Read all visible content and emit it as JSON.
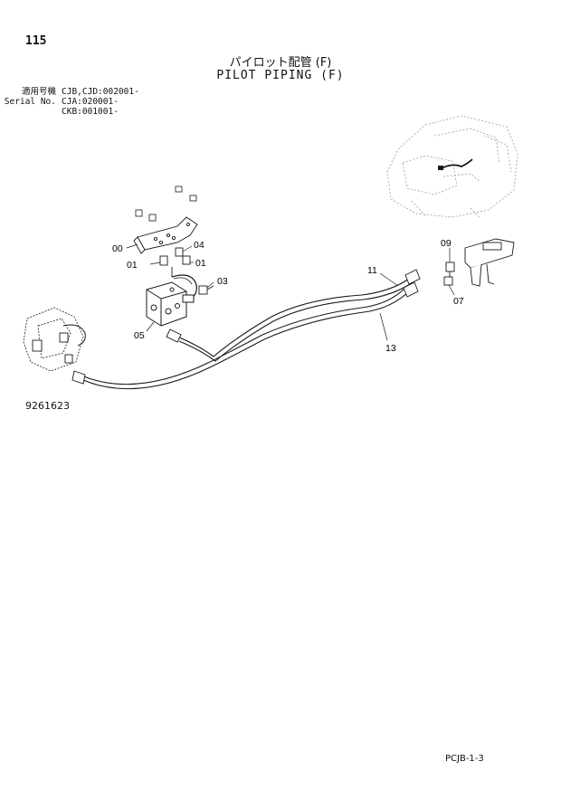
{
  "page": {
    "number": "115",
    "title_jp": "パイロット配管 (F)",
    "title_en": "PILOT PIPING (F)",
    "figure_number": "9261623",
    "page_code": "PCJB-1-3"
  },
  "serial_info": [
    {
      "label": "適用号機",
      "value": "CJB,CJD:002001-"
    },
    {
      "label": "Serial No.",
      "value": "CJA:020001-"
    },
    {
      "label": "",
      "value": "CKB:001001-"
    }
  ],
  "callouts": {
    "c00": "00",
    "c01a": "01",
    "c01b": "01",
    "c03": "03",
    "c04": "04",
    "c05": "05",
    "c07": "07",
    "c09": "09",
    "c11": "11",
    "c13": "13"
  },
  "colors": {
    "line": "#1a1a1a",
    "thumbnail": "#9a9a9a"
  }
}
